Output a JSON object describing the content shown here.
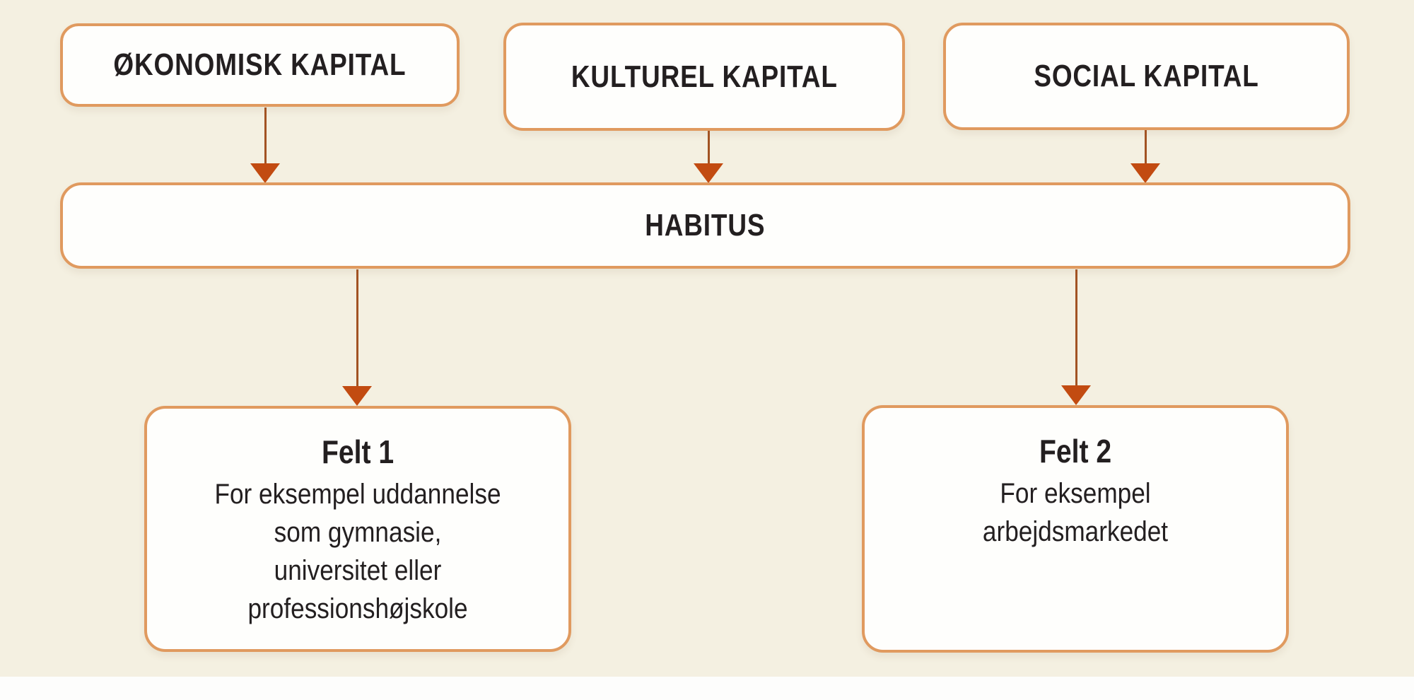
{
  "theme": {
    "background_color": "#f4f0e1",
    "box_fill_color": "#fefefc",
    "box_border_color": "#e09a5f",
    "arrow_stem_color": "#a25323",
    "arrow_head_color": "#c24b11",
    "text_color": "#231f20",
    "bottom_strip_color": "#fdfdfc"
  },
  "diagram": {
    "nodes": {
      "okonomisk": {
        "label": "ØKONOMISK KAPITAL"
      },
      "kulturel": {
        "label": "KULTUREL KAPITAL"
      },
      "social": {
        "label": "SOCIAL KAPITAL"
      },
      "habitus": {
        "label": "HABITUS"
      },
      "felt1": {
        "title": "Felt 1",
        "lines": [
          "For eksempel uddannelse",
          "som gymnasie,",
          "universitet eller",
          "professionshøjskole"
        ]
      },
      "felt2": {
        "title": "Felt 2",
        "lines": [
          "For eksempel",
          "arbejdsmarkedet"
        ]
      }
    },
    "edges": [
      {
        "from": "ØKONOMISK KAPITAL",
        "to": "HABITUS"
      },
      {
        "from": "KULTUREL KAPITAL",
        "to": "HABITUS"
      },
      {
        "from": "SOCIAL KAPITAL",
        "to": "HABITUS"
      },
      {
        "from": "HABITUS",
        "to": "Felt 1"
      },
      {
        "from": "HABITUS",
        "to": "Felt 2"
      }
    ]
  }
}
